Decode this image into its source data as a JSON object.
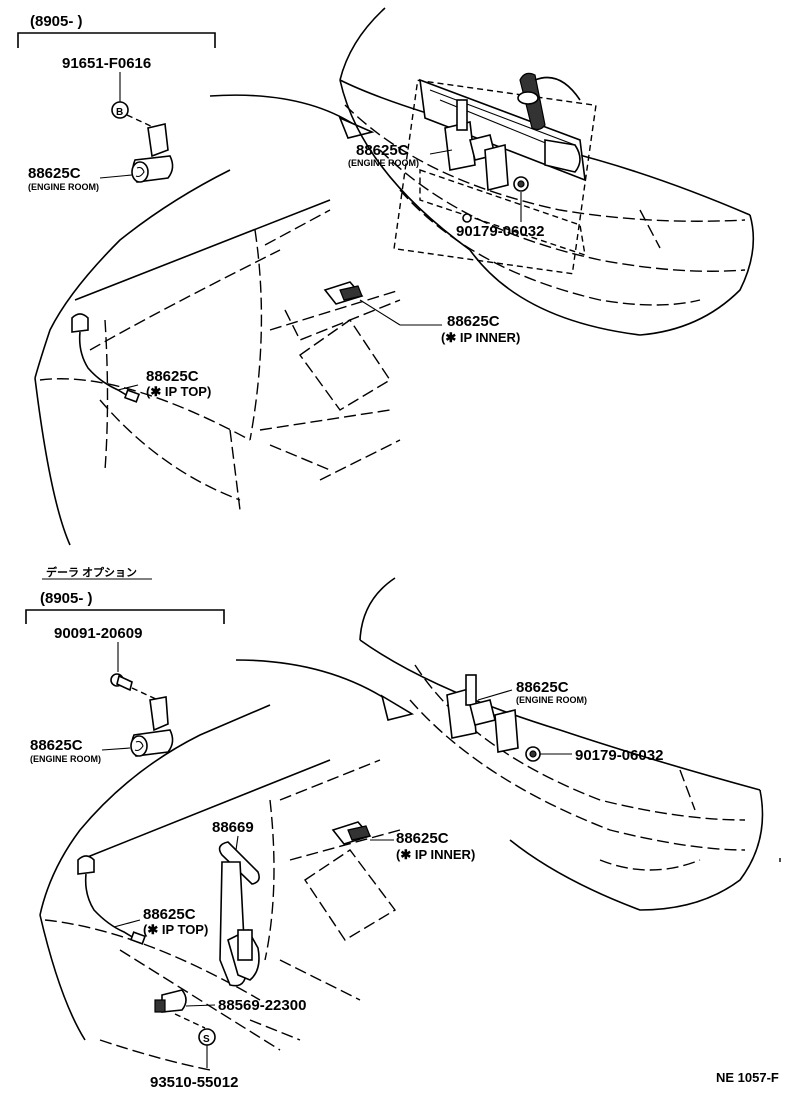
{
  "section_top": {
    "bracket_label": "(8905-        )",
    "bolt_part": "91651-F0616",
    "bolt_marker": "B",
    "bracket_part": "88625C",
    "bracket_sub": "(ENGINE ROOM)",
    "engine_part": "88625C",
    "engine_sub": "(ENGINE ROOM)",
    "nut_part": "90179-06032",
    "ip_inner_part": "88625C",
    "ip_inner_sub": "(✱ IP INNER)",
    "ip_top_part": "88625C",
    "ip_top_sub": "(✱ IP TOP)"
  },
  "section_bottom": {
    "dealer_option": "デーラ オプション",
    "bracket_label": "(8905-        )",
    "bolt_part": "90091-20609",
    "bracket_part": "88625C",
    "bracket_sub": "(ENGINE ROOM)",
    "engine_part": "88625C",
    "engine_sub": "(ENGINE ROOM)",
    "nut_part": "90179-06032",
    "ip_inner_part": "88625C",
    "ip_inner_sub": "(✱ IP INNER)",
    "ip_top_part": "88625C",
    "ip_top_sub": "(✱ IP TOP)",
    "hose_part": "88669",
    "clamp_part": "88569-22300",
    "screw_part": "93510-55012",
    "screw_marker": "S"
  },
  "footer": {
    "code": "NE 1057-F"
  }
}
